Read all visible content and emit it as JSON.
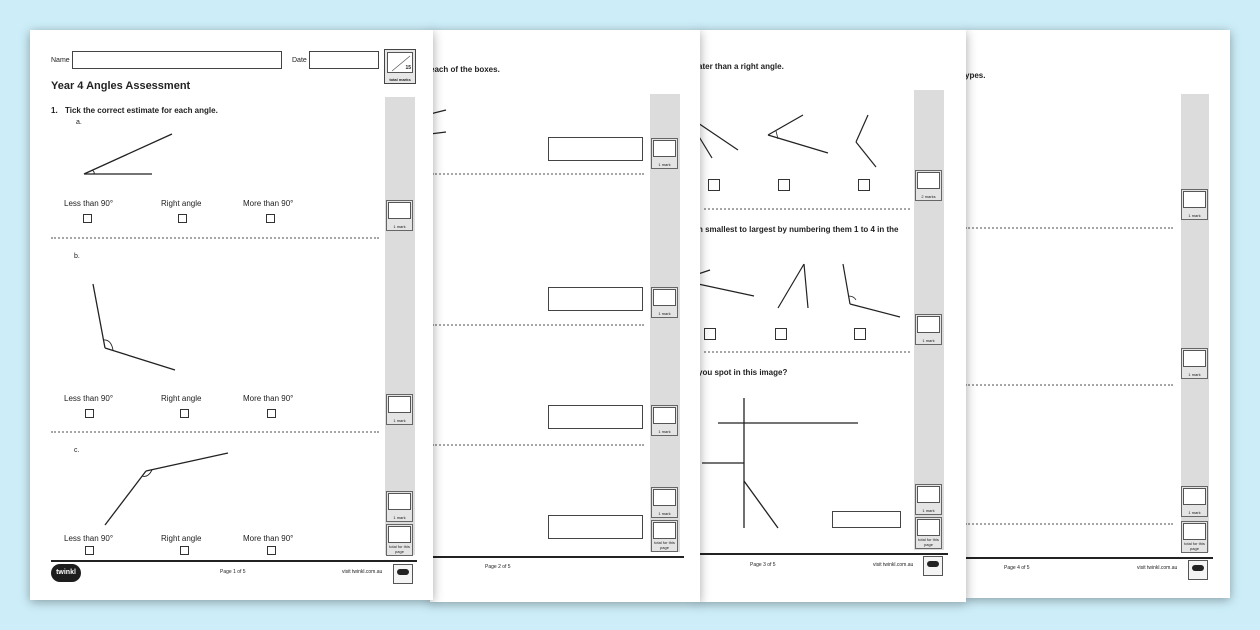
{
  "sheet1": {
    "name_label": "Name",
    "date_label": "Date",
    "total_marks_value": "15",
    "total_marks_label": "total marks",
    "title": "Year 4 Angles Assessment",
    "question_number": "1.",
    "question_text": "Tick the correct estimate for each angle.",
    "parts": [
      {
        "label": "a.",
        "options": [
          "Less than 90°",
          "Right angle",
          "More than 90°"
        ]
      },
      {
        "label": "b.",
        "options": [
          "Less than 90°",
          "Right angle",
          "More than 90°"
        ]
      },
      {
        "label": "c.",
        "options": [
          "Less than 90°",
          "Right angle",
          "More than 90°"
        ]
      }
    ],
    "mark_label": "1 mark",
    "total_page_label": "total for this page",
    "logo_text": "twinkl",
    "page_label": "Page 1 of 5",
    "visit_label": "visit twinkl.com.au"
  },
  "sheet2": {
    "question_fragment": "each of the boxes.",
    "mark_label": "1 mark",
    "total_page_label": "total for this page",
    "page_label": "Page 2 of 5"
  },
  "sheet3": {
    "question1_fragment": "ater than a right angle.",
    "question2_fragment": "n smallest to largest by numbering them 1 to 4 in the",
    "question3_fragment": "you spot in this image?",
    "mark2_label": "2 marks",
    "mark_label": "1 mark",
    "total_page_label": "total for this page",
    "page_label": "Page 3 of 5",
    "visit_label": "visit twinkl.com.au"
  },
  "sheet4": {
    "question_fragment": "ypes.",
    "mark_label": "1 mark",
    "total_page_label": "total for this page",
    "page_label": "Page 4 of 5",
    "visit_label": "visit twinkl.com.au"
  }
}
